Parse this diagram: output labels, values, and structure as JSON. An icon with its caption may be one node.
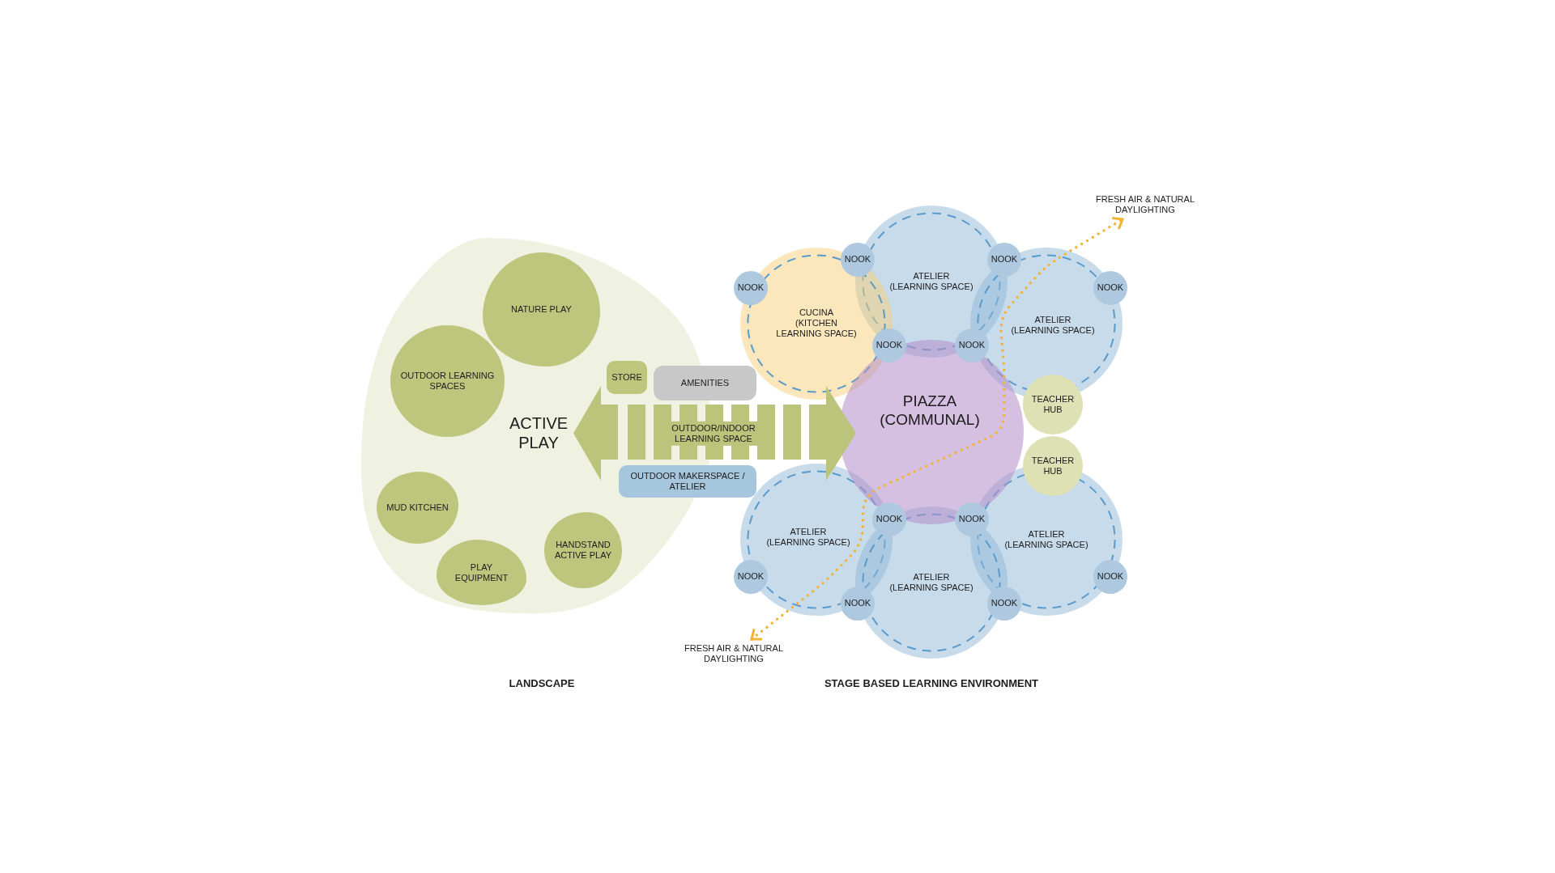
{
  "diagram": {
    "nodes": [
      {
        "text": [
          "ACTIVE PLAY"
        ]
      },
      {
        "text": [
          "NATURE PLAY"
        ],
        "in": 0
      },
      {
        "text": [
          "OUTDOOR LEARNING SPACES"
        ],
        "in": 0
      },
      {
        "text": [
          "STORE"
        ],
        "in": 0
      },
      {
        "text": [
          "MUD KITCHEN"
        ],
        "in": 0
      },
      {
        "text": [
          "PLAY EQUIPMENT"
        ],
        "in": 0
      },
      {
        "text": [
          "HANDSTAND ACTIVE PLAY"
        ],
        "in": 0
      },
      {
        "text": [
          "AMENITIES"
        ]
      },
      {
        "text": [
          "OUTDOOR/INDOOR LEARNING SPACE"
        ]
      },
      {
        "text": [
          "OUTDOOR MAKERSPACE / ATELIER"
        ]
      },
      {
        "text": [
          "NOOK"
        ]
      },
      {
        "text": [
          "ATELIER (LEARNING SPACE)"
        ]
      },
      {
        "text": [
          "NOOK"
        ]
      },
      {
        "text": [
          "NOOK"
        ]
      },
      {
        "text": [
          "CUCINA (KITCHEN LEARNING SPACE)"
        ]
      },
      {
        "text": [
          "ATELIER (LEARNING SPACE)"
        ]
      },
      {
        "text": [
          "NOOK"
        ]
      },
      {
        "text": [
          "NOOK"
        ]
      },
      {
        "text": [
          "NOOK"
        ]
      },
      {
        "text": [
          "PIAZZA (COMMUNAL)"
        ]
      },
      {
        "text": [
          "TEACHER HUB"
        ]
      },
      {
        "text": [
          "TEACHER HUB"
        ]
      },
      {
        "text": [
          "NOOK"
        ]
      },
      {
        "text": [
          "NOOK"
        ]
      },
      {
        "text": [
          "ATELIER (LEARNING SPACE)"
        ]
      },
      {
        "text": [
          "ATELIER (LEARNING SPACE)"
        ]
      },
      {
        "text": [
          "NOOK"
        ]
      },
      {
        "text": [
          "NOOK"
        ]
      },
      {
        "text": [
          "ATELIER (LEARNING SPACE)"
        ]
      },
      {
        "text": [
          "NOOK"
        ]
      },
      {
        "text": [
          "NOOK"
        ]
      }
    ],
    "labels": [
      "FRESH AIR & NATURAL DAYLIGHTING",
      "FRESH AIR & NATURAL DAYLIGHTING",
      "LANDSCAPE",
      "STAGE BASED LEARNING ENVIRONMENT"
    ]
  }
}
